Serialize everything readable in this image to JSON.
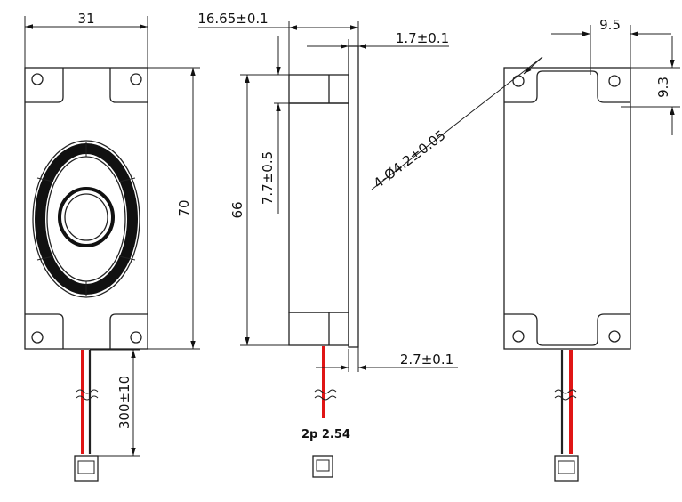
{
  "dimensions": {
    "width_top": "31",
    "height_front": "70",
    "side_depth": "16.65±0.1",
    "flange": "1.7±0.1",
    "side_height": "66",
    "magnet_offset": "7.7±0.5",
    "bottom_offset": "2.7±0.1",
    "wire_length": "300±10",
    "holes": "4-Ø4.2±0.05",
    "hole_x": "9.5",
    "hole_y": "9.3"
  },
  "connector": {
    "label": "2p 2.54"
  },
  "colors": {
    "line": "#222222",
    "wire_red": "#e01515",
    "wire_black": "#222222"
  }
}
